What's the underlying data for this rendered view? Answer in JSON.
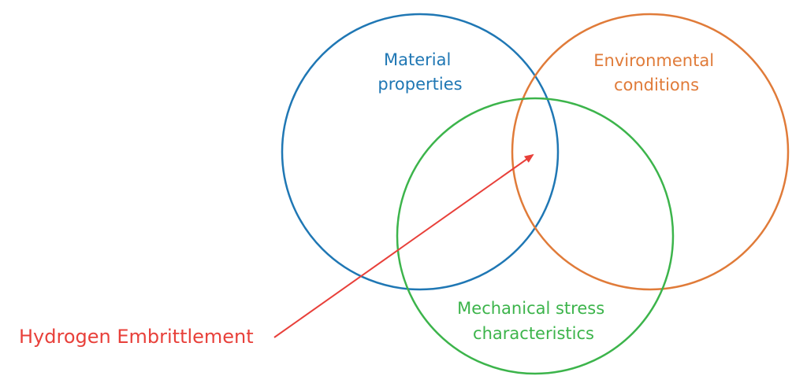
{
  "diagram": {
    "circles": {
      "material": {
        "label_line1": "Material",
        "label_line2": "properties",
        "color": "#1f77b4"
      },
      "environmental": {
        "label_line1": "Environmental",
        "label_line2": "conditions",
        "color": "#e07b39"
      },
      "mechanical": {
        "label_line1": "Mechanical stress",
        "label_line2": "characteristics",
        "color": "#3cb44b"
      }
    },
    "pointer": {
      "label": "Hydrogen Embrittlement",
      "color": "#e8403a"
    }
  }
}
